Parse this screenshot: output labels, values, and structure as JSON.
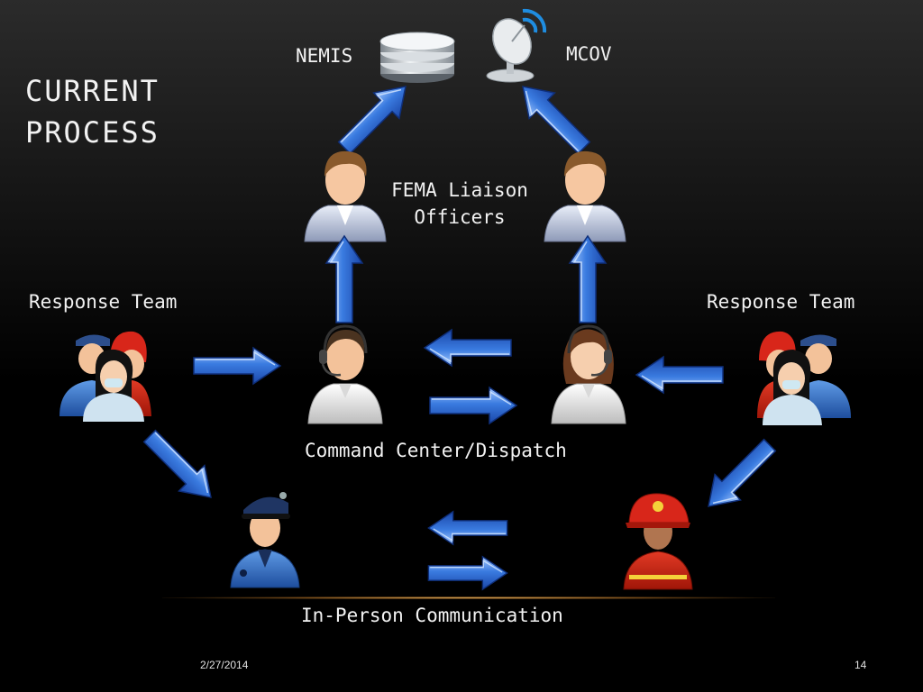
{
  "slide": {
    "title_line1": "CURRENT",
    "title_line2": "PROCESS",
    "date": "2/27/2014",
    "page_number": "14"
  },
  "labels": {
    "nemis": "NEMIS",
    "mcov": "MCOV",
    "fema_line1": "FEMA Liaison",
    "fema_line2": "Officers",
    "response_team_left": "Response Team",
    "response_team_right": "Response Team",
    "command_center": "Command Center/Dispatch",
    "in_person": "In-Person Communication"
  },
  "icons": {
    "database": "database-icon",
    "satellite": "satellite-dish-icon",
    "officer": "fema-liaison-officer-icon",
    "dispatcher": "dispatcher-headset-icon",
    "team": "response-team-group-icon",
    "police": "police-officer-icon",
    "firefighter": "firefighter-icon",
    "arrow": "blue-arrow-icon"
  },
  "colors": {
    "arrow_blue": "#2f6fd8",
    "arrow_light": "#9cc4ff",
    "text": "#f2f2f2"
  }
}
